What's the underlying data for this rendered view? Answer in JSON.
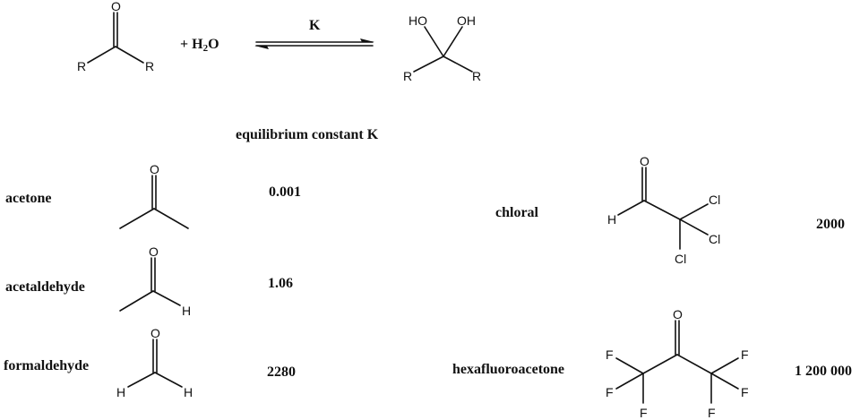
{
  "reaction": {
    "reactant_labels": {
      "oxygen": "O",
      "r_left": "R",
      "r_right": "R"
    },
    "plus_text": "+ H",
    "water_sub": "2",
    "water_tail": "O",
    "arrow_label": "K",
    "product_labels": {
      "ho_left": "HO",
      "oh_right": "OH",
      "r_left": "R",
      "r_right": "R"
    }
  },
  "table": {
    "header": "equilibrium constant K",
    "compounds": [
      {
        "name": "acetone",
        "k": "0.001",
        "atoms": {
          "o": "O"
        }
      },
      {
        "name": "acetaldehyde",
        "k": "1.06",
        "atoms": {
          "o": "O",
          "h": "H"
        }
      },
      {
        "name": "formaldehyde",
        "k": "2280",
        "atoms": {
          "o": "O",
          "h1": "H",
          "h2": "H"
        }
      },
      {
        "name": "chloral",
        "k": "2000",
        "atoms": {
          "o": "O",
          "h": "H",
          "cl1": "Cl",
          "cl2": "Cl",
          "cl3": "Cl"
        }
      },
      {
        "name": "hexafluoroacetone",
        "k": "1 200 000",
        "atoms": {
          "o": "O",
          "f1": "F",
          "f2": "F",
          "f3": "F",
          "f4": "F",
          "f5": "F",
          "f6": "F"
        }
      }
    ]
  },
  "colors": {
    "ink": "#111111",
    "background": "#ffffff"
  }
}
